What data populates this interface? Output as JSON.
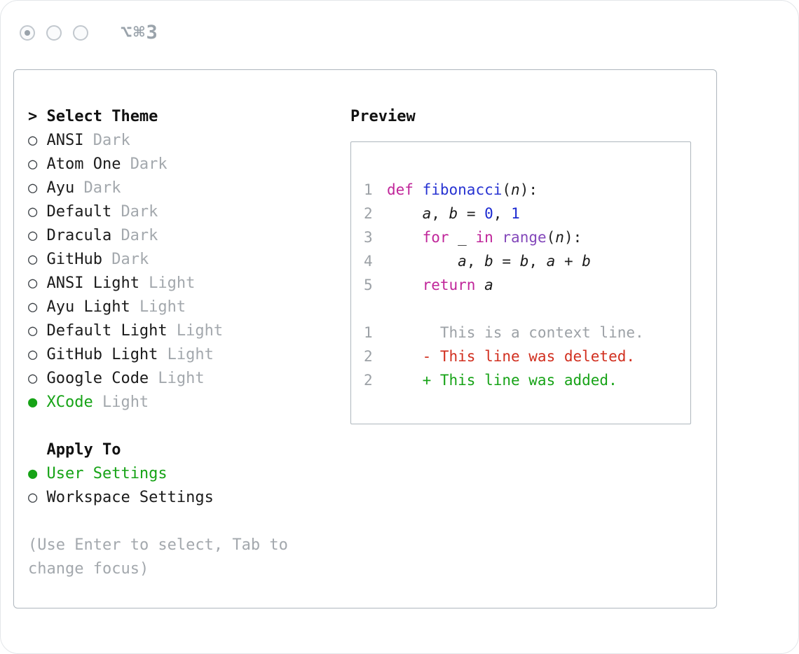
{
  "window": {
    "shortcut": "⌥⌘3"
  },
  "colors": {
    "accent-green": "#16a316",
    "kw": "#c0269a",
    "fn": "#2733d2",
    "num": "#1c2ad1",
    "call": "#8347ba",
    "var": "#1b1b1b",
    "pln": "#222222",
    "muted": "#a3a8ad",
    "ctx": "#9ca1a6",
    "del": "#d12f1f",
    "add": "#17a317",
    "ln": "#9ca1a6",
    "border": "#aeb6bd"
  },
  "theme_selector": {
    "prompt": ">",
    "title": "Select Theme",
    "items": [
      {
        "name": "ANSI",
        "variant": "Dark",
        "selected": false
      },
      {
        "name": "Atom One",
        "variant": "Dark",
        "selected": false
      },
      {
        "name": "Ayu",
        "variant": "Dark",
        "selected": false
      },
      {
        "name": "Default",
        "variant": "Dark",
        "selected": false
      },
      {
        "name": "Dracula",
        "variant": "Dark",
        "selected": false
      },
      {
        "name": "GitHub",
        "variant": "Dark",
        "selected": false
      },
      {
        "name": "ANSI Light",
        "variant": "Light",
        "selected": false
      },
      {
        "name": "Ayu Light",
        "variant": "Light",
        "selected": false
      },
      {
        "name": "Default Light",
        "variant": "Light",
        "selected": false
      },
      {
        "name": "GitHub Light",
        "variant": "Light",
        "selected": false
      },
      {
        "name": "Google Code",
        "variant": "Light",
        "selected": false
      },
      {
        "name": "XCode",
        "variant": "Light",
        "selected": true
      }
    ],
    "apply_to": {
      "title": "Apply To",
      "options": [
        {
          "label": "User Settings",
          "selected": true
        },
        {
          "label": "Workspace Settings",
          "selected": false
        }
      ]
    },
    "hint": "(Use Enter to select, Tab to change focus)"
  },
  "preview": {
    "title": "Preview",
    "code_lines": [
      {
        "num": "1",
        "tokens": [
          {
            "t": "def",
            "c": "kw"
          },
          {
            "t": " ",
            "c": "pln"
          },
          {
            "t": "fibonacci",
            "c": "fn"
          },
          {
            "t": "(",
            "c": "pln"
          },
          {
            "t": "n",
            "c": "var"
          },
          {
            "t": "):",
            "c": "pln"
          }
        ]
      },
      {
        "num": "2",
        "tokens": [
          {
            "t": "    ",
            "c": "pln"
          },
          {
            "t": "a",
            "c": "var"
          },
          {
            "t": ", ",
            "c": "pln"
          },
          {
            "t": "b",
            "c": "var"
          },
          {
            "t": " = ",
            "c": "pln"
          },
          {
            "t": "0",
            "c": "num"
          },
          {
            "t": ", ",
            "c": "pln"
          },
          {
            "t": "1",
            "c": "num"
          }
        ]
      },
      {
        "num": "3",
        "tokens": [
          {
            "t": "    ",
            "c": "pln"
          },
          {
            "t": "for",
            "c": "kw"
          },
          {
            "t": " _ ",
            "c": "pln"
          },
          {
            "t": "in",
            "c": "kw"
          },
          {
            "t": " ",
            "c": "pln"
          },
          {
            "t": "range",
            "c": "call"
          },
          {
            "t": "(",
            "c": "pln"
          },
          {
            "t": "n",
            "c": "var"
          },
          {
            "t": "):",
            "c": "pln"
          }
        ]
      },
      {
        "num": "4",
        "tokens": [
          {
            "t": "        ",
            "c": "pln"
          },
          {
            "t": "a",
            "c": "var"
          },
          {
            "t": ", ",
            "c": "pln"
          },
          {
            "t": "b",
            "c": "var"
          },
          {
            "t": " = ",
            "c": "pln"
          },
          {
            "t": "b",
            "c": "var"
          },
          {
            "t": ", ",
            "c": "pln"
          },
          {
            "t": "a",
            "c": "var"
          },
          {
            "t": " + ",
            "c": "pln"
          },
          {
            "t": "b",
            "c": "var"
          }
        ]
      },
      {
        "num": "5",
        "tokens": [
          {
            "t": "    ",
            "c": "pln"
          },
          {
            "t": "return",
            "c": "kw"
          },
          {
            "t": " ",
            "c": "pln"
          },
          {
            "t": "a",
            "c": "var"
          }
        ]
      }
    ],
    "diff_lines": [
      {
        "num": "1",
        "text": "      This is a context line.",
        "c": "ctx"
      },
      {
        "num": "2",
        "text": "    - This line was deleted.",
        "c": "del"
      },
      {
        "num": "2",
        "text": "    + This line was added.",
        "c": "add"
      }
    ]
  }
}
